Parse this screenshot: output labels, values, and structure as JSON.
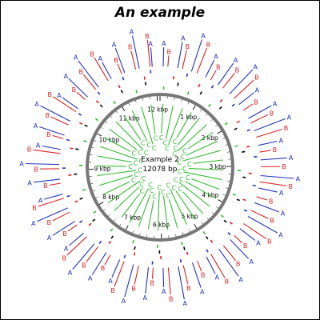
{
  "title": "An example",
  "center": {
    "name": "Example 2",
    "length_label": "12078 bp"
  },
  "genome_length": 12078,
  "axis": {
    "tick_unit": "kbp",
    "major_ticks": [
      {
        "kbp": 1,
        "label": "1 kbp"
      },
      {
        "kbp": 2,
        "label": "2 kbp"
      },
      {
        "kbp": 3,
        "label": "3 kbp"
      },
      {
        "kbp": 4,
        "label": "4 kbp"
      },
      {
        "kbp": 5,
        "label": "5 kbp"
      },
      {
        "kbp": 6,
        "label": "6 kbp"
      },
      {
        "kbp": 7,
        "label": "7 kbp"
      },
      {
        "kbp": 8,
        "label": "8 kbp"
      },
      {
        "kbp": 9,
        "label": "9 kbp"
      },
      {
        "kbp": 10,
        "label": "10 kbp"
      },
      {
        "kbp": 11,
        "label": "11 kbp"
      },
      {
        "kbp": 12,
        "label": "12 kbp"
      }
    ]
  },
  "colors": {
    "A": "#2233bb",
    "B": "#dd2222",
    "C": "#33bb33",
    "axis": "#777777",
    "ticks": "#000000"
  },
  "feature_sets": {
    "A": {
      "label": "A",
      "positions": [
        60,
        340,
        610,
        900,
        1180,
        1460,
        1730,
        2050,
        2310,
        2600,
        2880,
        3180,
        3420,
        3710,
        4000,
        4280,
        4560,
        4840,
        5120,
        5410,
        5690,
        5980,
        6260,
        6550,
        6830,
        7120,
        7400,
        7690,
        7970,
        8260,
        8540,
        8830,
        9110,
        9400,
        9680,
        9970,
        10250,
        10540,
        10820,
        11110,
        11390,
        11680,
        11930
      ]
    },
    "B": {
      "label": "B",
      "positions": [
        150,
        430,
        720,
        1010,
        1290,
        1580,
        1870,
        2150,
        2440,
        2730,
        3010,
        3300,
        3590,
        3870,
        4160,
        4450,
        4730,
        5020,
        5310,
        5590,
        5880,
        6170,
        6450,
        6740,
        7030,
        7310,
        7600,
        7890,
        8170,
        8460,
        8750,
        9030,
        9320,
        9610,
        9890,
        10180,
        10470,
        10750,
        11040,
        11330,
        11610,
        11890
      ]
    },
    "C": {
      "label": "C",
      "positions": [
        90,
        400,
        700,
        1000,
        1300,
        1600,
        1900,
        2200,
        2500,
        2800,
        3100,
        3400,
        3700,
        4000,
        4300,
        4600,
        4900,
        5200,
        5500,
        5800,
        6100,
        6400,
        6700,
        7000,
        7300,
        7600,
        7900,
        8200,
        8500,
        8800,
        9100,
        9400,
        9700,
        10000,
        10300,
        10600,
        10900,
        11200,
        11500,
        11800
      ]
    }
  }
}
